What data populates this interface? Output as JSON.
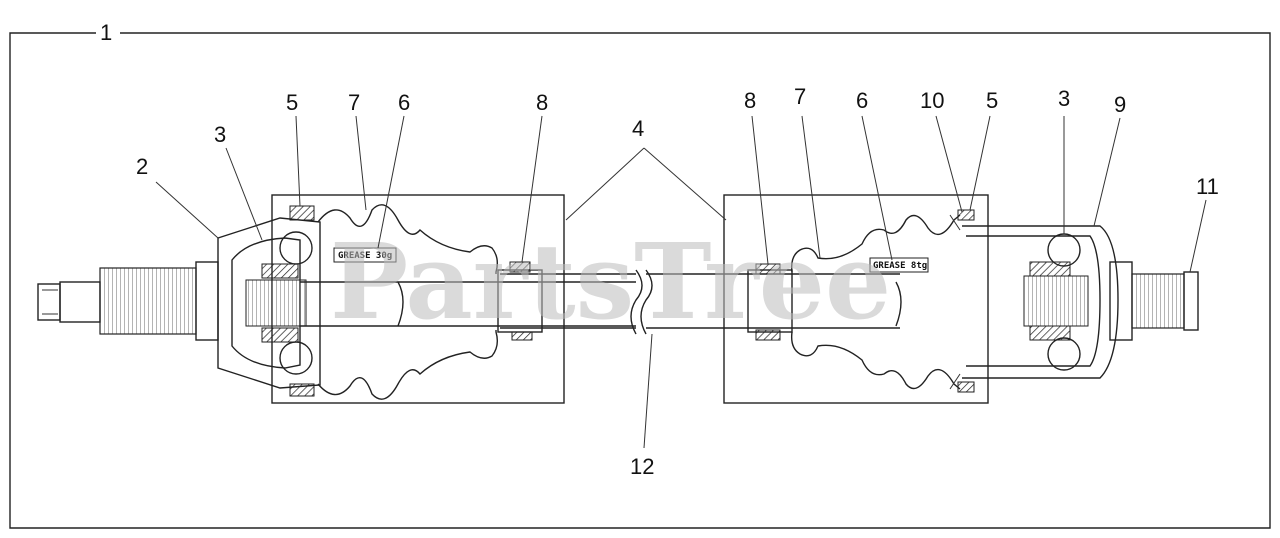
{
  "watermark": "PartsTree",
  "grease": {
    "left": "GREASE 30g",
    "right": "GREASE 8tg"
  },
  "callouts": {
    "n1": "1",
    "n2": "2",
    "n3_left": "3",
    "n3_right": "3",
    "n4": "4",
    "n5_left": "5",
    "n5_right": "5",
    "n6_left": "6",
    "n6_right": "6",
    "n7_left": "7",
    "n7_right": "7",
    "n8_left": "8",
    "n8_right": "8",
    "n9": "9",
    "n10": "10",
    "n11": "11",
    "n12": "12"
  }
}
